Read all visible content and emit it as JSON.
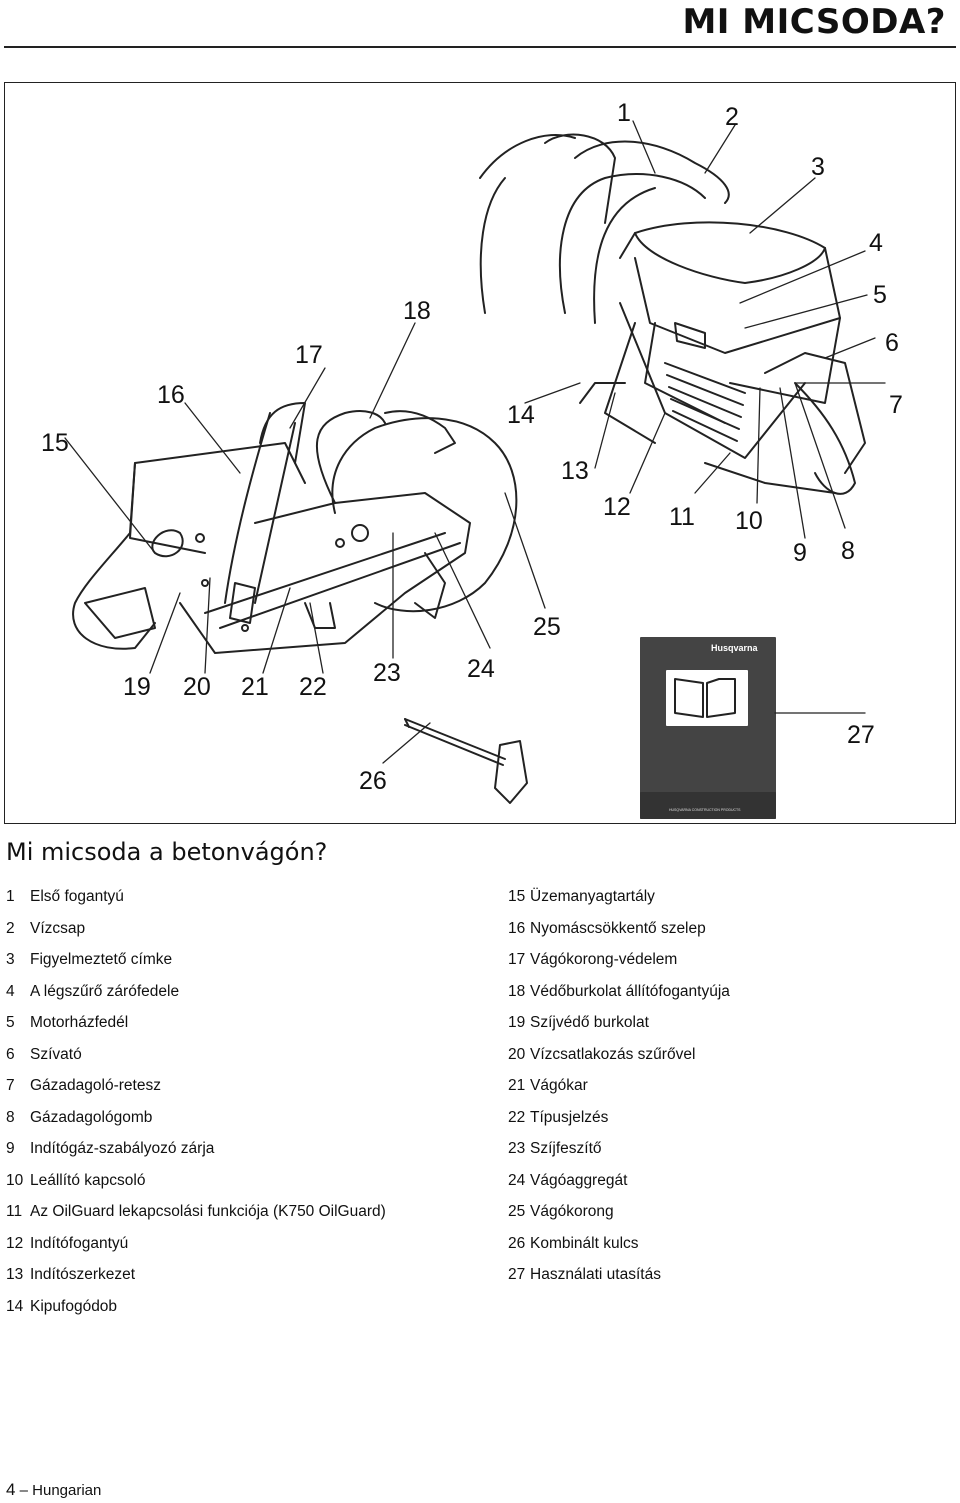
{
  "header": {
    "title": "MI MICSODA?"
  },
  "figure": {
    "callouts": [
      "1",
      "2",
      "3",
      "4",
      "5",
      "6",
      "7",
      "8",
      "9",
      "10",
      "11",
      "12",
      "13",
      "14",
      "15",
      "16",
      "17",
      "18",
      "19",
      "20",
      "21",
      "22",
      "23",
      "24",
      "25",
      "26",
      "27"
    ],
    "manual_brand": "Husqvarna",
    "manual_footer": "HUSQVARNA CONSTRUCTION PRODUCTS"
  },
  "section": {
    "heading": "Mi micsoda a betonvágón?"
  },
  "legend_left": [
    {
      "num": "1",
      "label": "Első fogantyú"
    },
    {
      "num": "2",
      "label": "Vízcsap"
    },
    {
      "num": "3",
      "label": "Figyelmeztető címke"
    },
    {
      "num": "4",
      "label": "A légszűrő zárófedele"
    },
    {
      "num": "5",
      "label": "Motorházfedél"
    },
    {
      "num": "6",
      "label": "Szívató"
    },
    {
      "num": "7",
      "label": "Gázadagoló-retesz"
    },
    {
      "num": "8",
      "label": "Gázadagológomb"
    },
    {
      "num": "9",
      "label": "Indítógáz-szabályozó zárja"
    },
    {
      "num": "10",
      "label": "Leállító kapcsoló"
    },
    {
      "num": "11",
      "label": "Az OilGuard lekapcsolási funkciója (K750 OilGuard)"
    },
    {
      "num": "12",
      "label": "Indítófogantyú"
    },
    {
      "num": "13",
      "label": "Indítószerkezet"
    },
    {
      "num": "14",
      "label": "Kipufogódob"
    }
  ],
  "legend_right": [
    {
      "num": "15",
      "label": "Üzemanyagtartály"
    },
    {
      "num": "16",
      "label": "Nyomáscsökkentő szelep"
    },
    {
      "num": "17",
      "label": "Vágókorong-védelem"
    },
    {
      "num": "18",
      "label": "Védőburkolat állítófogantyúja"
    },
    {
      "num": "19",
      "label": "Szíjvédő burkolat"
    },
    {
      "num": "20",
      "label": "Vízcsatlakozás szűrővel"
    },
    {
      "num": "21",
      "label": "Vágókar"
    },
    {
      "num": "22",
      "label": "Típusjelzés"
    },
    {
      "num": "23",
      "label": "Szíjfeszítő"
    },
    {
      "num": "24",
      "label": "Vágóaggregát"
    },
    {
      "num": "25",
      "label": "Vágókorong"
    },
    {
      "num": "26",
      "label": "Kombinált kulcs"
    },
    {
      "num": "27",
      "label": "Használati utasítás"
    }
  ],
  "footer": {
    "page_number": "4",
    "language": "Hungarian"
  }
}
